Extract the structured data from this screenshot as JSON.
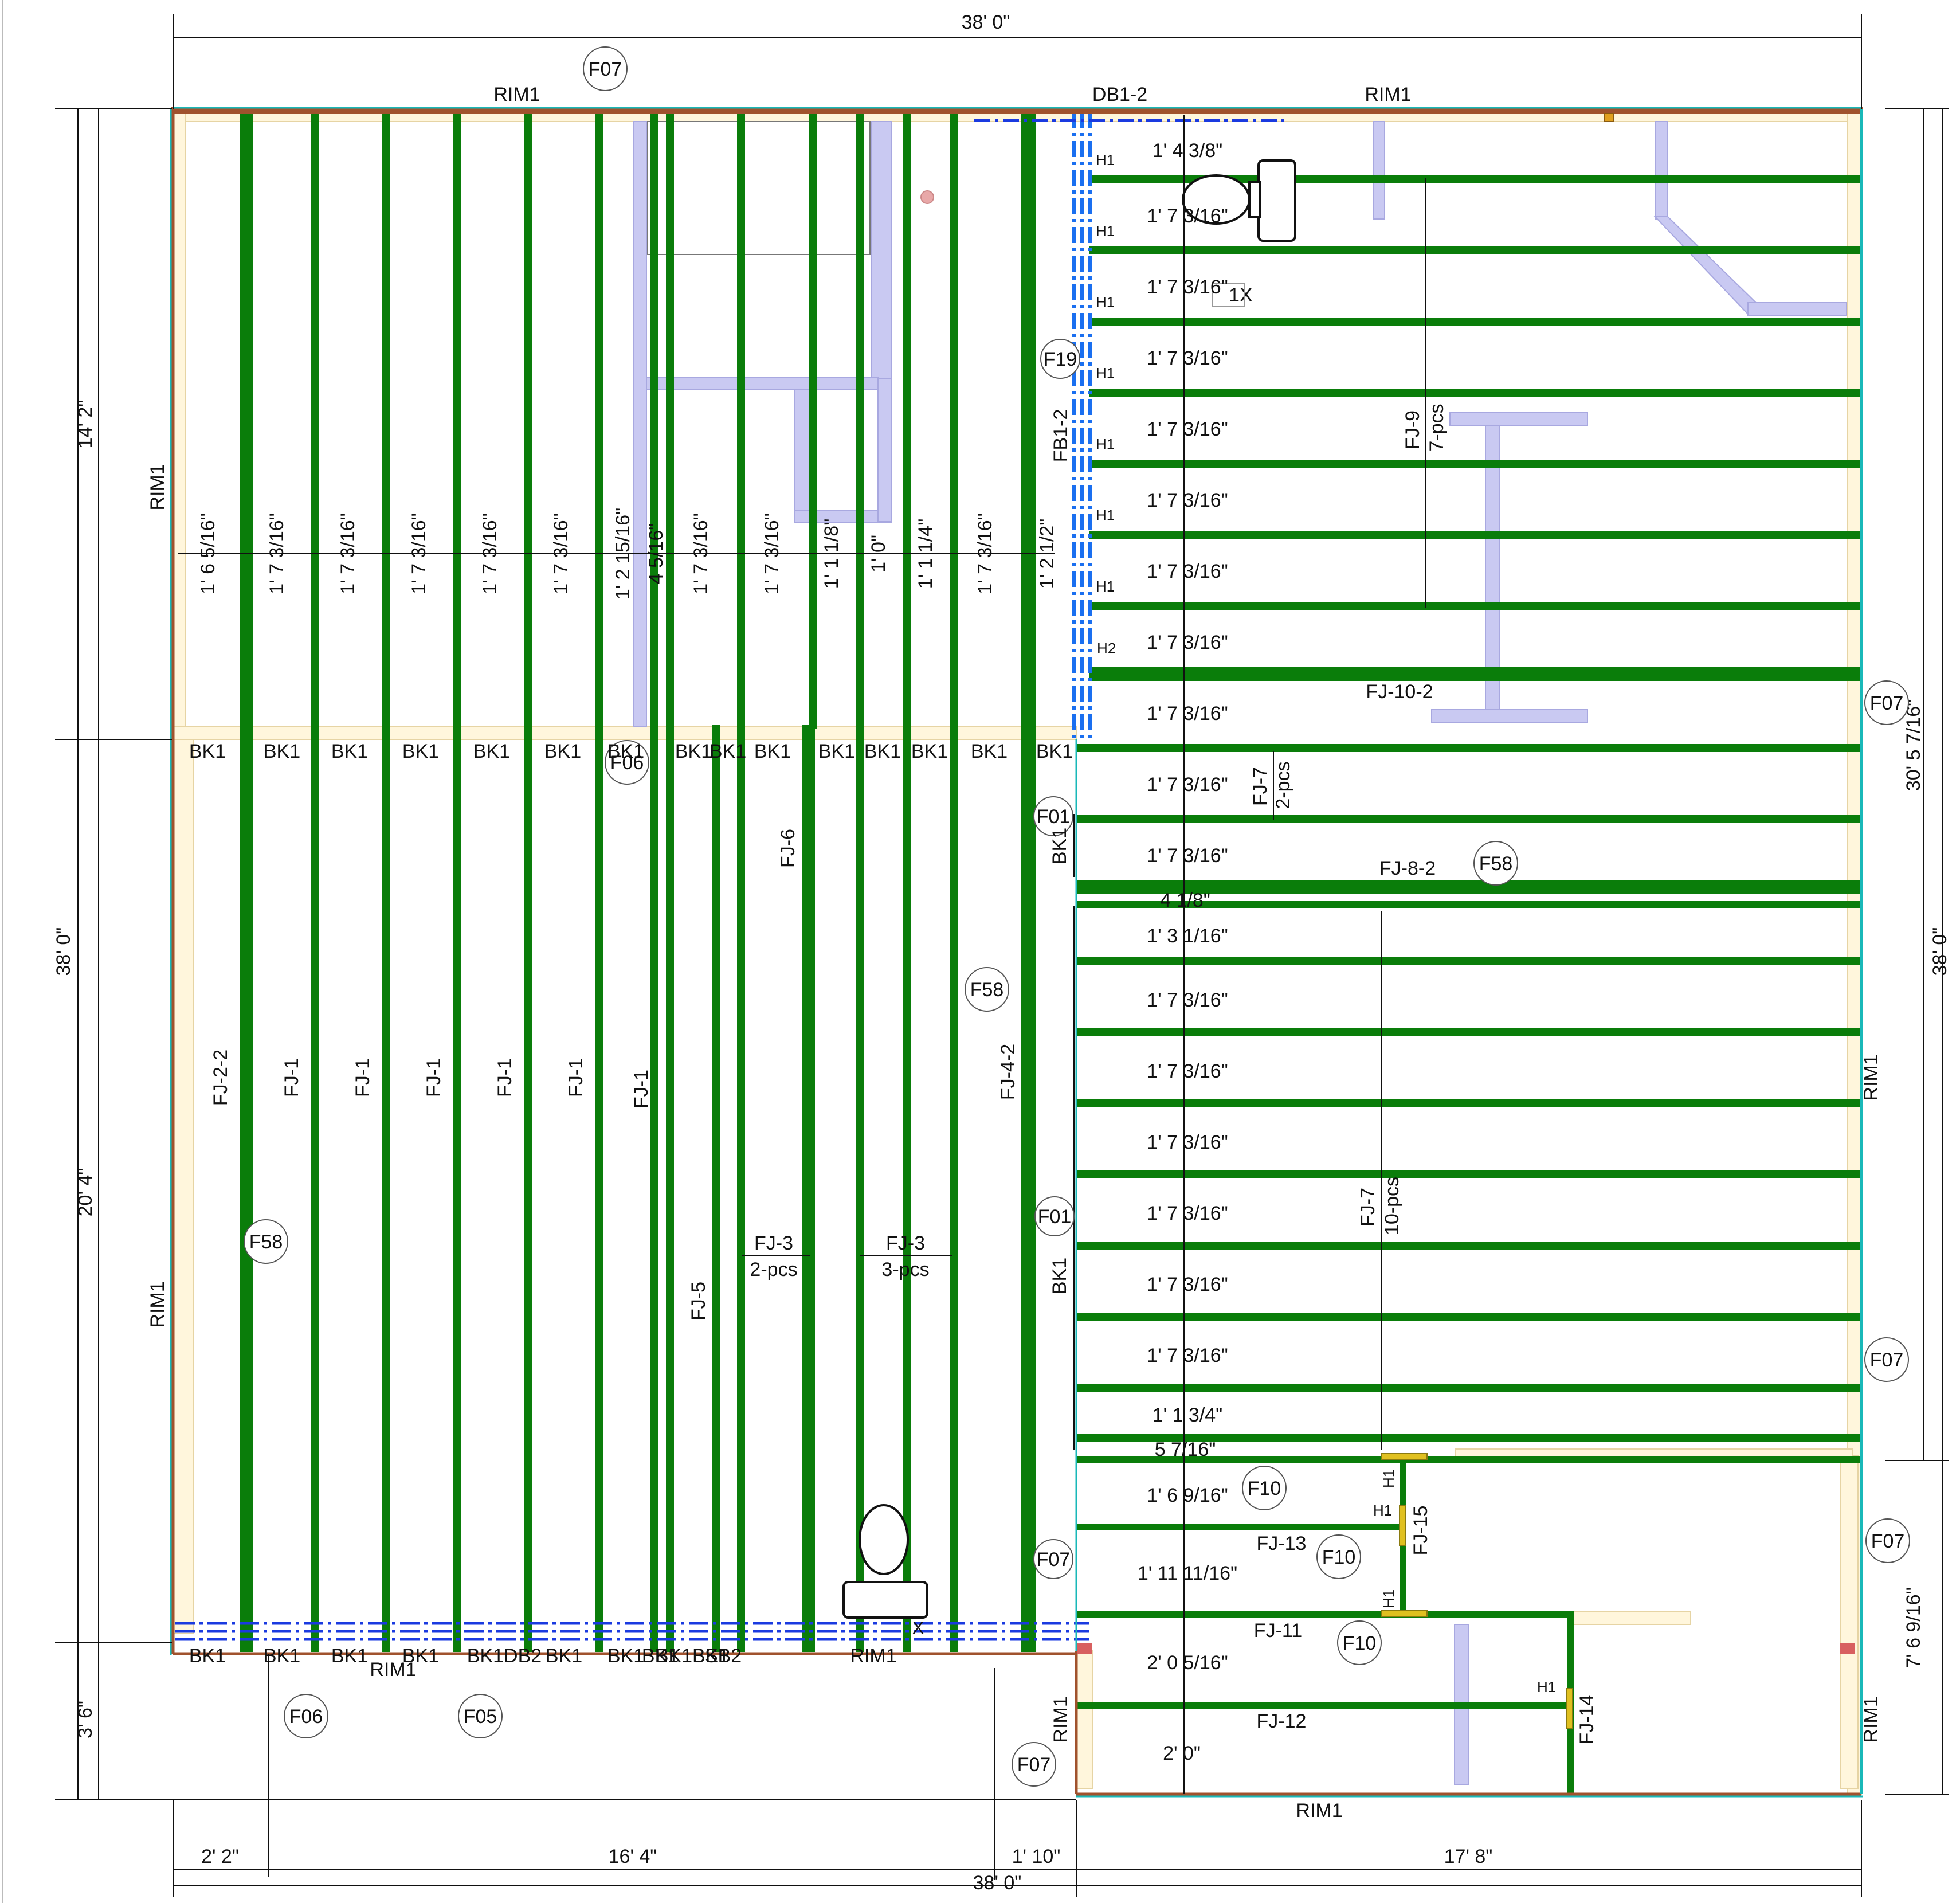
{
  "colors": {
    "joist": "#0a7d0a",
    "rim": "#a0522d",
    "outline": "#19b8b8",
    "sill": "#fff6dc",
    "duct": "#c9c9f2",
    "beam": "#1a6ff0",
    "hanger": "#e0c020"
  },
  "overall_dims": {
    "top": "38' 0\"",
    "bottom": "38' 0\"",
    "left_total": "38' 0\"",
    "left_upper": "14' 2\"",
    "left_middle": "20' 4\"",
    "left_lower": "3' 6\"",
    "right_total": "38' 0\"",
    "right_upper": "30' 5 7/16\"",
    "right_lower": "7' 6 9/16\"",
    "bottom_segments": [
      "2' 2\"",
      "16' 4\"",
      "1' 10\"",
      "17' 8\""
    ]
  },
  "rim_labels": {
    "top_left": "RIM1",
    "top_right": "RIM1",
    "left_upper": "RIM1",
    "left_lower": "RIM1",
    "right_middle": "RIM1",
    "right_lower": "RIM1",
    "bottom_a": "RIM1",
    "bottom_b": "RIM1",
    "bottom_c": "RIM1",
    "bottom_right_side": "RIM1"
  },
  "beam_labels": {
    "drop_beam": "DB1-2",
    "flush_beam": "FB1-2"
  },
  "callouts": [
    {
      "text": "F07",
      "id": "top"
    },
    {
      "text": "F19",
      "id": "flush-beam"
    },
    {
      "text": "F07",
      "id": "right-a"
    },
    {
      "text": "F06",
      "id": "mid-left"
    },
    {
      "text": "F01",
      "id": "bk-upper"
    },
    {
      "text": "F58",
      "id": "fj8"
    },
    {
      "text": "F58",
      "id": "center"
    },
    {
      "text": "F01",
      "id": "bk-lower"
    },
    {
      "text": "F58",
      "id": "left"
    },
    {
      "text": "F07",
      "id": "right-b"
    },
    {
      "text": "F10",
      "id": "a"
    },
    {
      "text": "F10",
      "id": "b"
    },
    {
      "text": "F07",
      "id": "right-c"
    },
    {
      "text": "F07",
      "id": "center-low"
    },
    {
      "text": "F10",
      "id": "c"
    },
    {
      "text": "F06",
      "id": "bottom-a"
    },
    {
      "text": "F05",
      "id": "bottom-b"
    },
    {
      "text": "F07",
      "id": "bottom-c"
    }
  ],
  "vertical_spacings": [
    "1' 6 5/16\"",
    "1' 7 3/16\"",
    "1' 7 3/16\"",
    "1' 7 3/16\"",
    "1' 7 3/16\"",
    "1' 7 3/16\"",
    "1' 2 15/16\"",
    "4 5/16\"",
    "1' 7 3/16\"",
    "1' 7 3/16\"",
    "1' 1 1/8\"",
    "1' 0\"",
    "1' 1 1/4\"",
    "1' 7 3/16\"",
    "1' 2 1/2\""
  ],
  "horizontal_spacings": [
    "1' 4 3/8\"",
    "1' 7 3/16\"",
    "1' 7 3/16\"",
    "1' 7 3/16\"",
    "1' 7 3/16\"",
    "1' 7 3/16\"",
    "1' 7 3/16\"",
    "1' 7 3/16\"",
    "1' 7 3/16\"",
    "1' 7 3/16\"",
    "1' 7 3/16\"",
    "4 1/8\"",
    "1' 3 1/16\"",
    "1' 7 3/16\"",
    "1' 7 3/16\"",
    "1' 7 3/16\"",
    "1' 7 3/16\"",
    "1' 7 3/16\"",
    "1' 7 3/16\"",
    "1' 1 3/4\"",
    "5 7/16\"",
    "1' 6 9/16\"",
    "1' 11 11/16\"",
    "2' 0 5/16\"",
    "2' 0\""
  ],
  "hangers": [
    "H1",
    "H1",
    "H1",
    "H1",
    "H1",
    "H1",
    "H1",
    "H2",
    "H1",
    "H1",
    "H1",
    "H1"
  ],
  "bk_labels": [
    "BK1",
    "BK1",
    "BK1",
    "BK1",
    "BK1",
    "BK1",
    "BK1",
    "BK1",
    "BK1",
    "BK1",
    "BK1",
    "BK1",
    "BK1",
    "BK1",
    "BK1"
  ],
  "bk_side_labels": [
    "BK1",
    "BK1"
  ],
  "bottom_bk_labels": [
    "BK1",
    "BK1",
    "BK1",
    "BK1",
    "BK1DB2",
    "BK1",
    "BK1",
    "BK1",
    "BK1BK1",
    "SB2"
  ],
  "joist_labels": {
    "vertical": [
      "FJ-2-2",
      "FJ-1",
      "FJ-1",
      "FJ-1",
      "FJ-1",
      "FJ-1",
      "FJ-1",
      "FJ-5",
      "FJ-6",
      "FJ-4-2"
    ],
    "fj9": "FJ-9",
    "fj9_count": "7-pcs",
    "fj10": "FJ-10-2",
    "fj7_top": "FJ-7",
    "fj7_top_count": "2-pcs",
    "fj8": "FJ-8-2",
    "fj7_mid": "FJ-7",
    "fj7_mid_count": "10-pcs",
    "fj3_a": "FJ-3",
    "fj3_a_count": "2-pcs",
    "fj3_b": "FJ-3",
    "fj3_b_count": "3-pcs",
    "fj13": "FJ-13",
    "fj11": "FJ-11",
    "fj12": "FJ-12",
    "fj15": "FJ-15",
    "fj14": "FJ-14"
  },
  "fixture_mark": "1X",
  "fixture_mark_b": "X"
}
